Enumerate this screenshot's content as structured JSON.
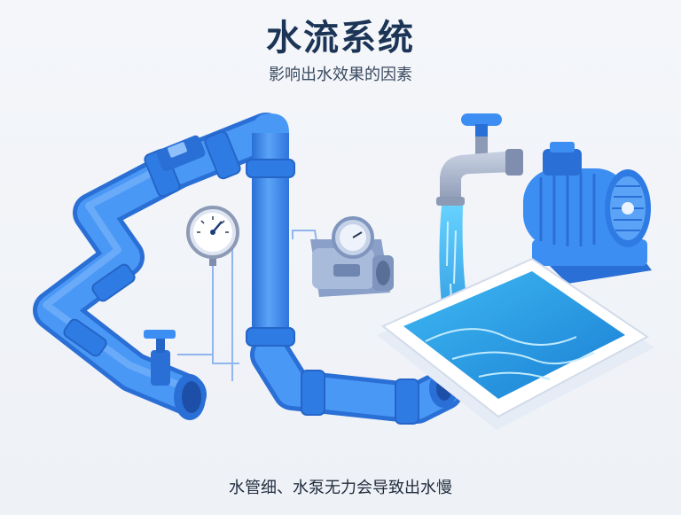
{
  "header": {
    "title": "水流系统",
    "subtitle": "影响出水效果的因素"
  },
  "footer": {
    "caption": "水管细、水泵无力会导致出水慢"
  },
  "colors": {
    "pipe": "#3d8ef2",
    "pipe_dark": "#2a6fd6",
    "pipe_light": "#7fb6fb",
    "water": "#3ab8ee",
    "basin": "#ffffff",
    "background": "#f2f4f8",
    "title": "#1c3557"
  },
  "icons": [
    "pipe",
    "valve",
    "pressure-gauge",
    "flow-meter",
    "faucet",
    "water-pump",
    "water-basin"
  ]
}
